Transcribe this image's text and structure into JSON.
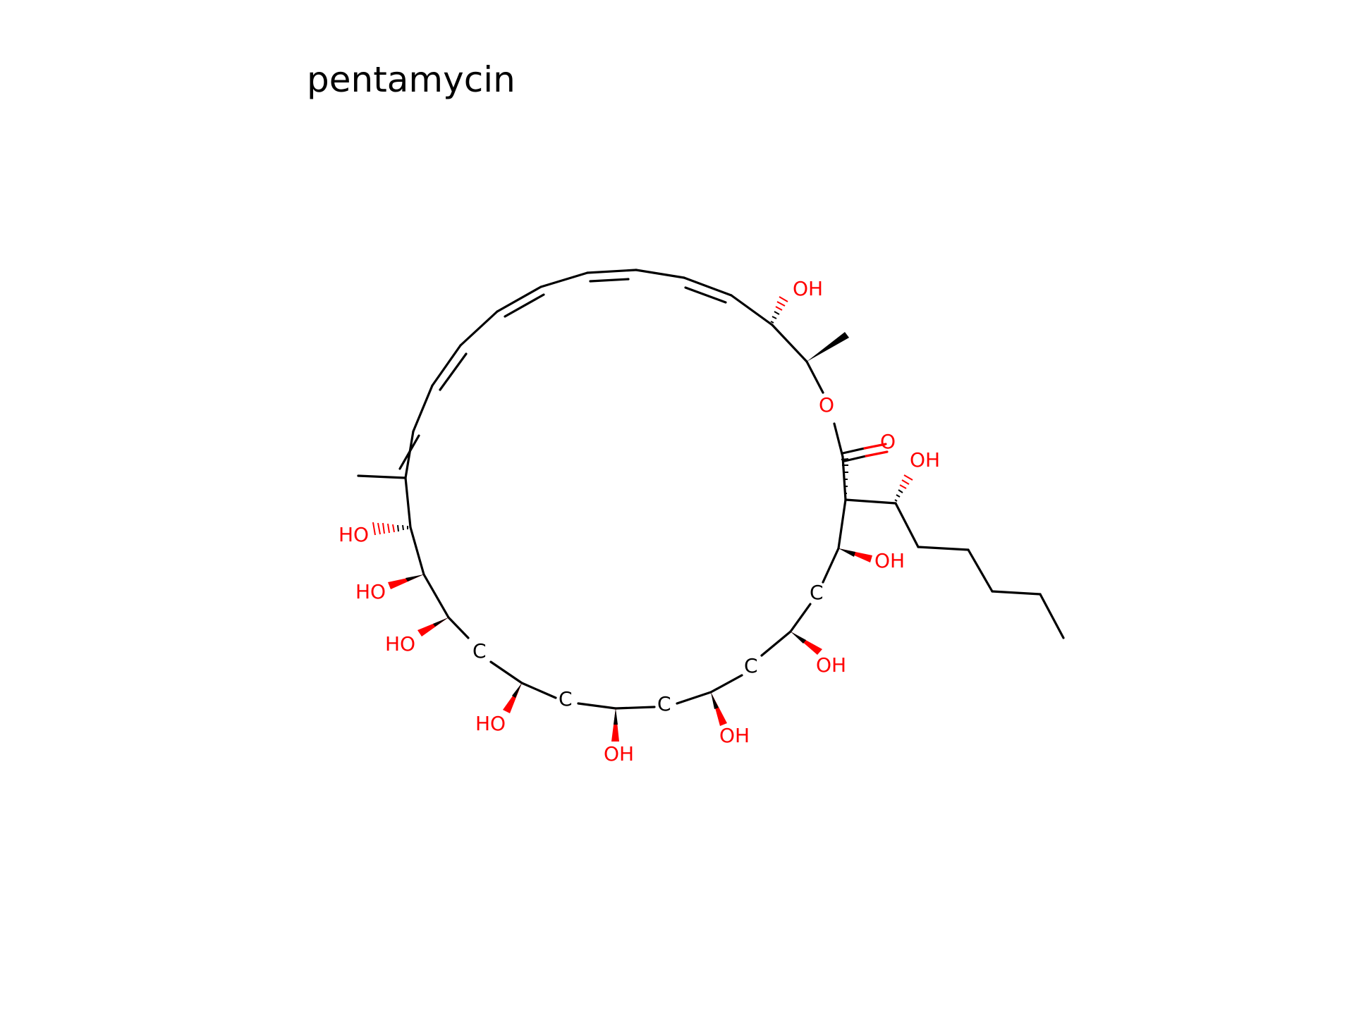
{
  "title": "pentamycin",
  "colors": {
    "background": "#ffffff",
    "bond": "#000000",
    "heteroatom": "#ff0000"
  },
  "atom_labels": {
    "oh_top": "OH",
    "ring_oxygen": "O",
    "carbonyl_oxygen": "O",
    "oh_side_chain": "OH",
    "oh_right_1": "OH",
    "carbon_right": "C",
    "oh_right_2": "OH",
    "carbon_lower_right": "C",
    "oh_bottom_right": "OH",
    "carbon_bottom_right": "C",
    "oh_bottom": "OH",
    "carbon_bottom_left": "C",
    "oh_bottom_left": "HO",
    "carbon_left": "C",
    "ho_left_3": "HO",
    "ho_left_2": "HO",
    "ho_left_1": "HO"
  }
}
